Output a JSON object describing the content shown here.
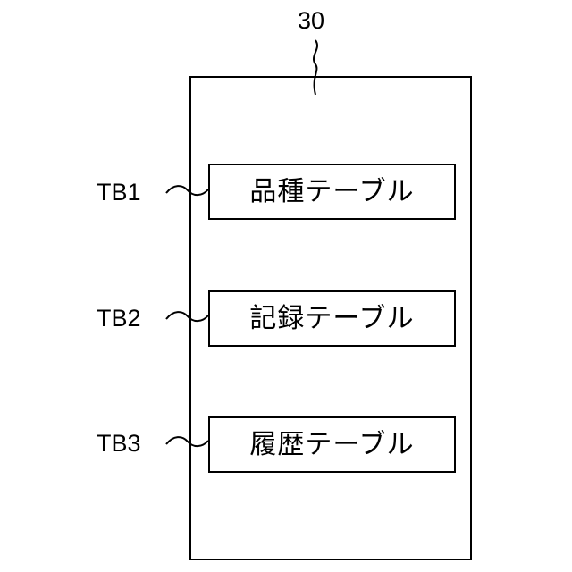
{
  "diagram": {
    "container_label": "30",
    "tables": [
      {
        "ref": "TB1",
        "name": "品種テーブル"
      },
      {
        "ref": "TB2",
        "name": "記録テーブル"
      },
      {
        "ref": "TB3",
        "name": "履歴テーブル"
      }
    ]
  },
  "colors": {
    "stroke": "#000000",
    "background": "#ffffff"
  }
}
